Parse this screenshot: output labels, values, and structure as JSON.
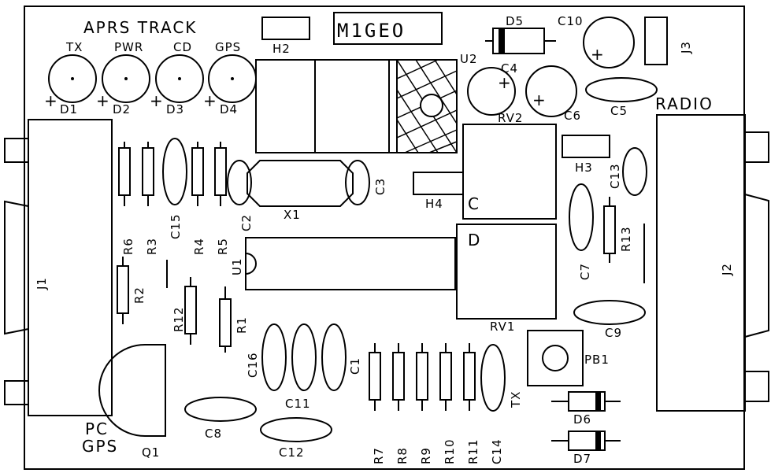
{
  "board": {
    "title": "APRS TRACK",
    "callsign": "M1GEO",
    "radio_label": "RADIO",
    "pc_label_1": "PC",
    "pc_label_2": "GPS"
  },
  "leds": [
    {
      "top": "TX",
      "ref": "D1",
      "plus": "+"
    },
    {
      "top": "PWR",
      "ref": "D2",
      "plus": "+"
    },
    {
      "top": "CD",
      "ref": "D3",
      "plus": "+"
    },
    {
      "top": "GPS",
      "ref": "D4",
      "plus": "+"
    }
  ],
  "labels": {
    "h2": "H2",
    "u2": "U2",
    "d5": "D5",
    "c10": "C10",
    "j3": "J3",
    "c4": "C4",
    "c6": "C6",
    "c5": "C5",
    "rv2": "RV2",
    "h3": "H3",
    "c13": "C13",
    "c3": "C3",
    "x1": "X1",
    "c2": "C2",
    "h4": "H4",
    "rv_c": "C",
    "rv_d": "D",
    "c15": "C15",
    "r6": "R6",
    "r3": "R3",
    "r4": "R4",
    "r5": "R5",
    "u1": "U1",
    "r2": "R2",
    "r12": "R12",
    "r1": "R1",
    "c7": "C7",
    "r13": "R13",
    "j1": "J1",
    "j2": "J2",
    "rv1": "RV1",
    "c9": "C9",
    "pb1": "PB1",
    "c16": "C16",
    "c1": "C1",
    "c11": "C11",
    "tx2": "TX",
    "c8": "C8",
    "q1": "Q1",
    "c12": "C12",
    "d6": "D6",
    "d7": "D7",
    "r7": "R7",
    "r8": "R8",
    "r9": "R9",
    "r10": "R10",
    "r11": "R11",
    "c14": "C14",
    "plus_c10": "+",
    "plus_c4": "+",
    "plus_c6": "+"
  }
}
